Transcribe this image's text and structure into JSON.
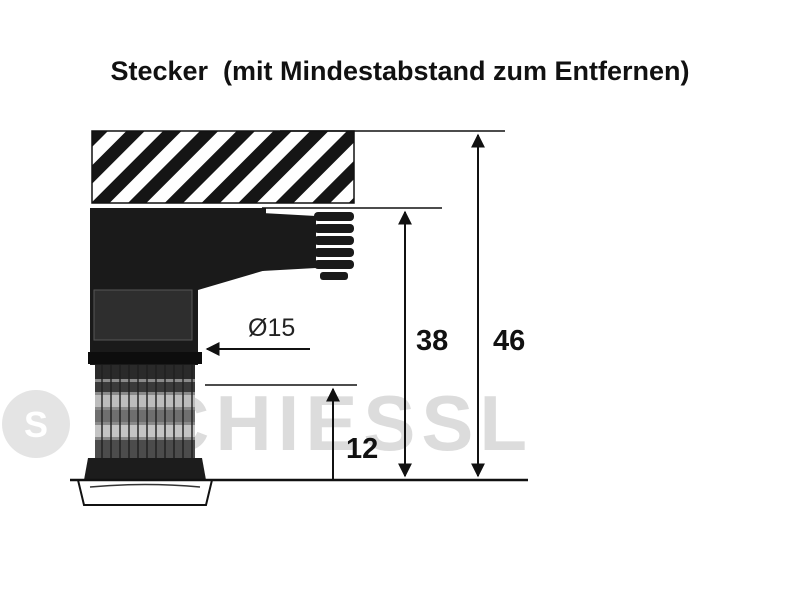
{
  "title": "Stecker  (mit Mindestabstand zum Entfernen)",
  "dimensions": {
    "diameter_label": "Ø15",
    "height_38": "38",
    "height_46": "46",
    "height_12": "12"
  },
  "watermark": {
    "text": "SCHIESSL"
  }
}
